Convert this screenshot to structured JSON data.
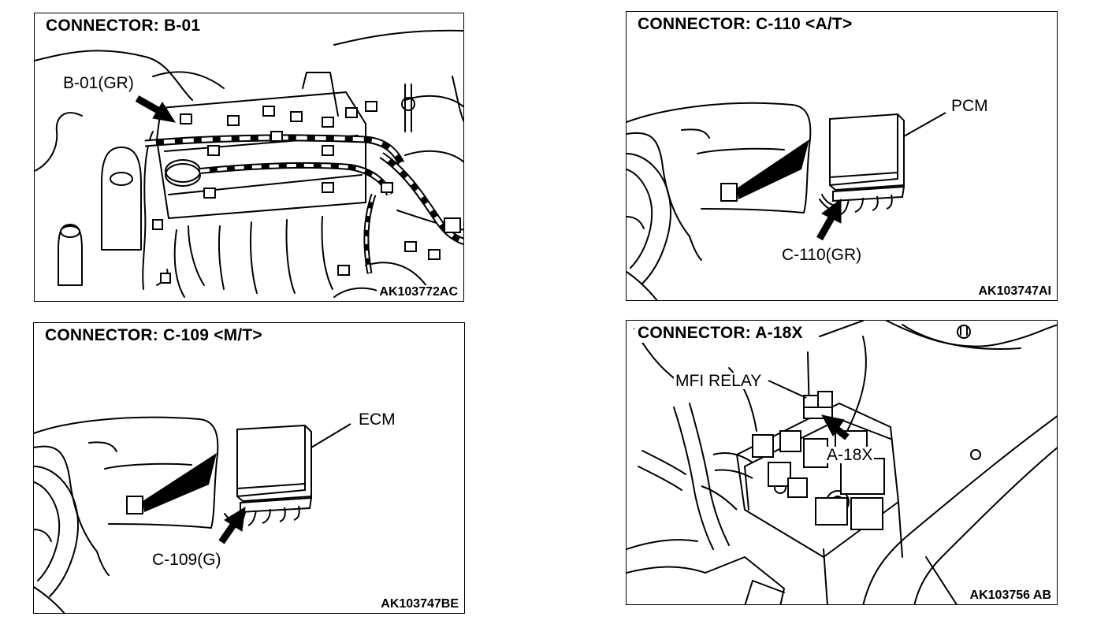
{
  "panels": {
    "b01": {
      "title": "CONNECTOR: B-01",
      "callout": "B-01(GR)",
      "code": "AK103772AC"
    },
    "c110": {
      "title": "CONNECTOR: C-110 <A/T>",
      "module_label": "PCM",
      "callout": "C-110(GR)",
      "code": "AK103747AI"
    },
    "c109": {
      "title": "CONNECTOR: C-109 <M/T>",
      "module_label": "ECM",
      "callout": "C-109(G)",
      "code": "AK103747BE"
    },
    "a18x": {
      "title": "CONNECTOR: A-18X",
      "relay_label": "MFI RELAY",
      "callout": "A-18X",
      "code": "AK103756 AB"
    }
  }
}
